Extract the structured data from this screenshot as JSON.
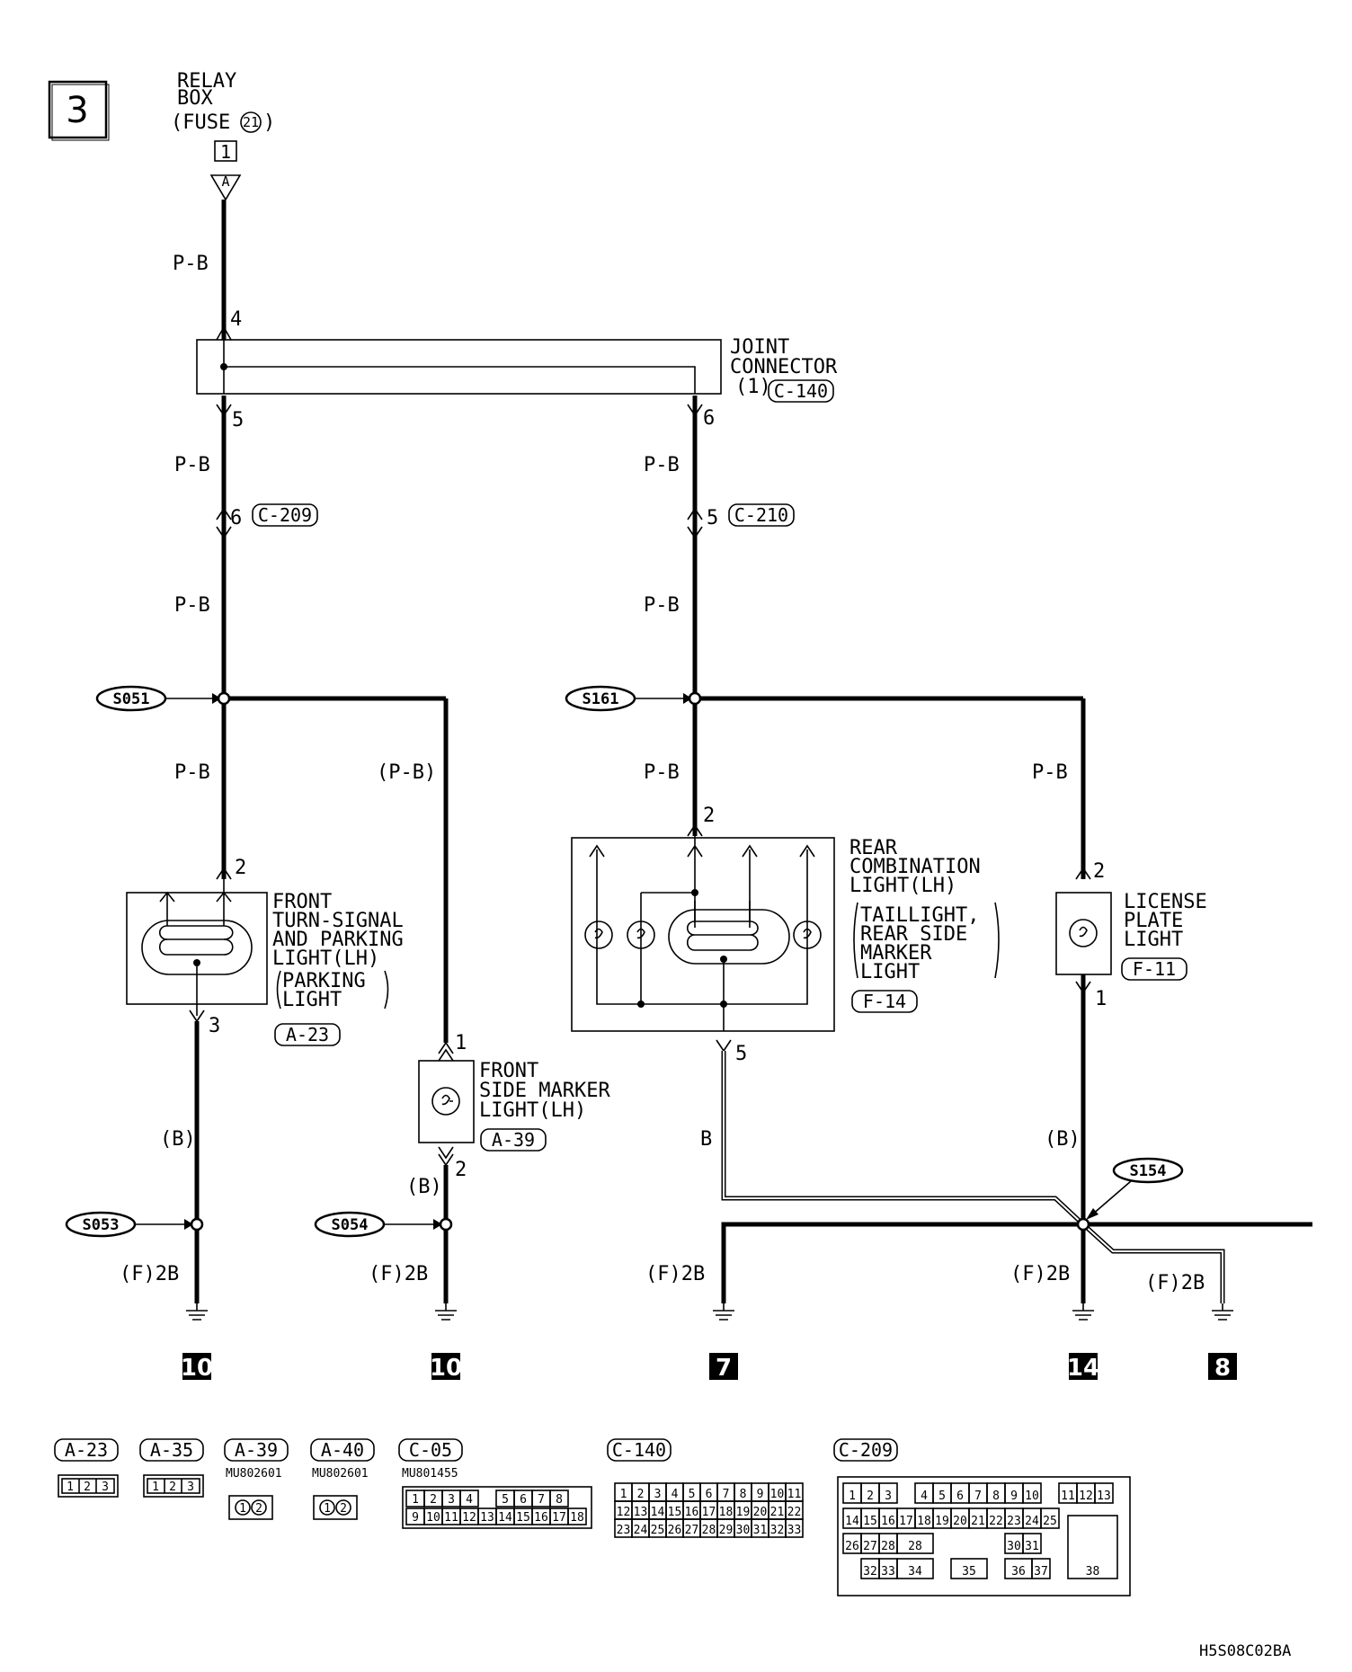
{
  "page": {
    "section_number": "3",
    "code": "H5S08C02BA"
  },
  "relay_box": {
    "line1": "RELAY",
    "line2": "BOX",
    "line3": "(FUSE",
    "fuse_number": "21",
    "line3_end": ")",
    "pin": "1",
    "arrow_label": "A"
  },
  "joint_connector": {
    "line1": "JOINT",
    "line2": "CONNECTOR",
    "line3": "(1)",
    "id": "C-140",
    "pin_top": "4",
    "pin_left": "5",
    "pin_right": "6"
  },
  "wire_colors": {
    "pb": "P-B",
    "pb_paren": "(P-B)",
    "b": "B",
    "b_paren": "(B)",
    "ground_wire": "(F)2B"
  },
  "connectors": {
    "c209": {
      "id": "C-209",
      "pin": "6"
    },
    "c210": {
      "id": "C-210",
      "pin": "5"
    }
  },
  "splices": {
    "s051": "S051",
    "s161": "S161",
    "s053": "S053",
    "s054": "S054",
    "s154": "S154"
  },
  "components": {
    "front_turn": {
      "lines": [
        "FRONT",
        "TURN-SIGNAL",
        "AND PARKING",
        "LIGHT(LH)"
      ],
      "sub": [
        "PARKING",
        "LIGHT"
      ],
      "id": "A-23",
      "pin_in": "2",
      "pin_out": "3"
    },
    "front_side": {
      "lines": [
        "FRONT",
        "SIDE MARKER",
        "LIGHT(LH)"
      ],
      "id": "A-39",
      "pin_in": "1",
      "pin_out": "2"
    },
    "rear_combo": {
      "lines": [
        "REAR",
        "COMBINATION",
        "LIGHT(LH)"
      ],
      "sub": [
        "TAILLIGHT,",
        "REAR SIDE",
        "MARKER",
        "LIGHT"
      ],
      "id": "F-14",
      "pin_in": "2",
      "pin_out": "5"
    },
    "license": {
      "lines": [
        "LICENSE",
        "PLATE",
        "LIGHT"
      ],
      "id": "F-11",
      "pin_in": "2",
      "pin_out": "1"
    }
  },
  "grounds": [
    "10",
    "10",
    "7",
    "14",
    "8"
  ],
  "legend": {
    "a23": {
      "id": "A-23",
      "pins": [
        "1",
        "2",
        "3"
      ]
    },
    "a35": {
      "id": "A-35",
      "pins": [
        "1",
        "2",
        "3"
      ]
    },
    "a39": {
      "id": "A-39",
      "part": "MU802601",
      "pins": [
        "1",
        "2"
      ]
    },
    "a40": {
      "id": "A-40",
      "part": "MU802601",
      "pins": [
        "1",
        "2"
      ]
    },
    "c05": {
      "id": "C-05",
      "part": "MU801455",
      "row1": [
        "1",
        "2",
        "3",
        "4",
        "5",
        "6",
        "7",
        "8"
      ],
      "row2": [
        "9",
        "10",
        "11",
        "12",
        "13",
        "14",
        "15",
        "16",
        "17",
        "18"
      ]
    },
    "c140": {
      "id": "C-140",
      "row1": [
        "1",
        "2",
        "3",
        "4",
        "5",
        "6",
        "7",
        "8",
        "9",
        "10",
        "11"
      ],
      "row2": [
        "12",
        "13",
        "14",
        "15",
        "16",
        "17",
        "18",
        "19",
        "20",
        "21",
        "22"
      ],
      "row3": [
        "23",
        "24",
        "25",
        "26",
        "27",
        "28",
        "29",
        "30",
        "31",
        "32",
        "33"
      ]
    },
    "c209": {
      "id": "C-209",
      "row1": [
        "1",
        "2",
        "3",
        "4",
        "5",
        "6",
        "7",
        "8",
        "9",
        "10",
        "11",
        "12",
        "13"
      ],
      "row2": [
        "14",
        "15",
        "16",
        "17",
        "18",
        "19",
        "20",
        "21",
        "22",
        "23",
        "24",
        "25"
      ],
      "row3": [
        "26",
        "27",
        "28",
        "28",
        "30",
        "31",
        "38"
      ],
      "row4": [
        "32",
        "33",
        "34",
        "35",
        "36",
        "37"
      ]
    }
  }
}
